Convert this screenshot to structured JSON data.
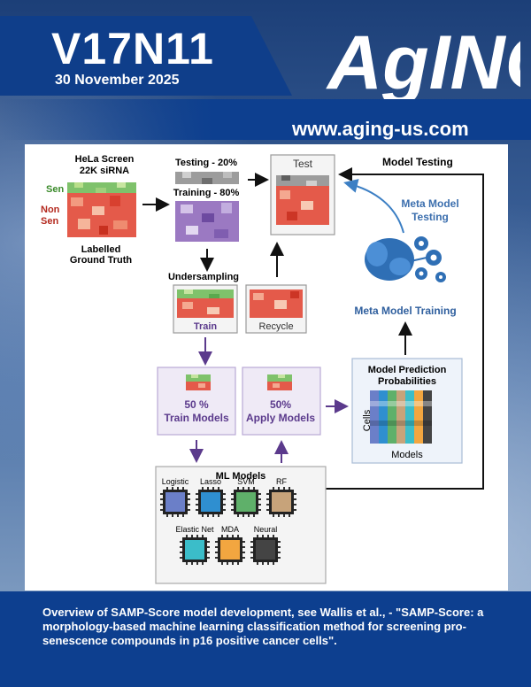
{
  "journal": {
    "volume_issue": "V17N11",
    "date": "30 November 2025",
    "logo_text": "AgING",
    "website": "www.aging-us.com"
  },
  "figure": {
    "hela_title_1": "HeLa Screen",
    "hela_title_2": "22K siRNA",
    "sen_label": "Sen",
    "non_label": "Non",
    "sen2_label": "Sen",
    "labelled_1": "Labelled",
    "labelled_2": "Ground Truth",
    "testing_label": "Testing - 20%",
    "training_label": "Training - 80%",
    "test_label": "Test",
    "model_testing_label": "Model Testing",
    "meta_testing_1": "Meta Model",
    "meta_testing_2": "Testing",
    "undersampling_label": "Undersampling",
    "train_label": "Train",
    "recycle_label": "Recycle",
    "meta_training_label": "Meta Model Training",
    "train_models_1": "50 %",
    "train_models_2": "Train Models",
    "apply_models_1": "50%",
    "apply_models_2": "Apply Models",
    "pred_title_1": "Model Prediction",
    "pred_title_2": "Probabilities",
    "cells_label": "Cells",
    "models_label": "Models",
    "ml_models_title": "ML Models",
    "chips": [
      {
        "name": "Logistic",
        "color": "#6b7fc8"
      },
      {
        "name": "Lasso",
        "color": "#2f8fd0"
      },
      {
        "name": "SVM",
        "color": "#5fb06a"
      },
      {
        "name": "RF",
        "color": "#c7a37a"
      },
      {
        "name": "Elastic Net",
        "color": "#3bbdc9"
      },
      {
        "name": "MDA",
        "color": "#f2a640"
      },
      {
        "name": "Neural",
        "color": "#444444"
      }
    ]
  },
  "caption": "Overview of SAMP-Score model development, see Wallis et al., - \"SAMP-Score: a morphology-based machine learning classification method for screening pro-senescence compounds in p16 positive cancer cells\"."
}
